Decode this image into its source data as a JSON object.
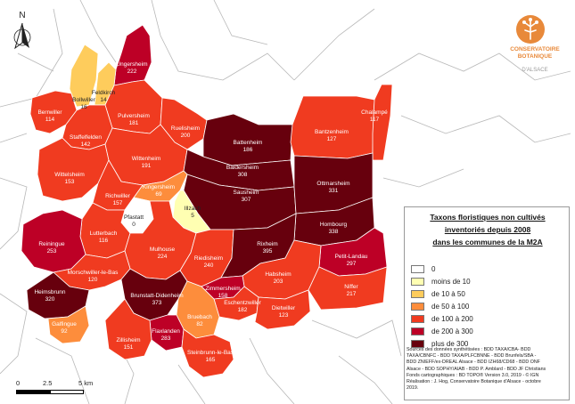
{
  "map": {
    "communes": [
      {
        "name": "Ungersheim",
        "value": "222"
      },
      {
        "name": "Bollwiller",
        "value": "16"
      },
      {
        "name": "Feldkirch",
        "value": "14"
      },
      {
        "name": "Berrwiller",
        "value": "114"
      },
      {
        "name": "Pulversheim",
        "value": "181"
      },
      {
        "name": "Staffelfelden",
        "value": "142"
      },
      {
        "name": "Ruelisheim",
        "value": "200"
      },
      {
        "name": "Battenheim",
        "value": "186"
      },
      {
        "name": "Bantzenheim",
        "value": "127"
      },
      {
        "name": "Chalampé",
        "value": "117"
      },
      {
        "name": "Wittelsheim",
        "value": "153"
      },
      {
        "name": "Wittenheim",
        "value": "191"
      },
      {
        "name": "Baldersheim",
        "value": "308"
      },
      {
        "name": "Kingersheim",
        "value": "69"
      },
      {
        "name": "Richwiller",
        "value": "157"
      },
      {
        "name": "Sausheim",
        "value": "307"
      },
      {
        "name": "Ottmarsheim",
        "value": "331"
      },
      {
        "name": "Illzach",
        "value": "5"
      },
      {
        "name": "Pfastatt",
        "value": "0"
      },
      {
        "name": "Lutterbach",
        "value": "116"
      },
      {
        "name": "Reiningue",
        "value": "253"
      },
      {
        "name": "Mulhouse",
        "value": "224"
      },
      {
        "name": "Hombourg",
        "value": "338"
      },
      {
        "name": "Riedisheim",
        "value": "240"
      },
      {
        "name": "Rixheim",
        "value": "395"
      },
      {
        "name": "Petit-Landau",
        "value": "297"
      },
      {
        "name": "Morschwiller-le-Bas",
        "value": "120"
      },
      {
        "name": "Habsheim",
        "value": "203"
      },
      {
        "name": "Niffer",
        "value": "217"
      },
      {
        "name": "Heimsbrunn",
        "value": "320"
      },
      {
        "name": "Brunstatt-Didenheim",
        "value": "373"
      },
      {
        "name": "Zimmersheim",
        "value": "158"
      },
      {
        "name": "Eschentzwiller",
        "value": "182"
      },
      {
        "name": "Dietwiller",
        "value": "123"
      },
      {
        "name": "Galfingue",
        "value": "92"
      },
      {
        "name": "Bruebach",
        "value": "82"
      },
      {
        "name": "Flaxlanden",
        "value": "283"
      },
      {
        "name": "Zillisheim",
        "value": "151"
      },
      {
        "name": "Steinbrunn-le-Bas",
        "value": "165"
      }
    ]
  },
  "north_arrow": {
    "letter": "N",
    "icon": "north-arrow-icon"
  },
  "logo": {
    "icon": "flower-logo-icon",
    "line1": "CONSERVATOIRE",
    "line2": "BOTANIQUE",
    "line3": "D'ALSACE",
    "color": "#e8893a"
  },
  "legend": {
    "title_lines": [
      "Taxons floristiques non cultivés",
      "inventoriés depuis 2008",
      "dans les communes de la M2A"
    ],
    "classes": [
      {
        "label": "0",
        "color": "#ffffff"
      },
      {
        "label": "moins de 10",
        "color": "#ffffb2"
      },
      {
        "label": "de 10 à 50",
        "color": "#fecc5c"
      },
      {
        "label": "de 50 à 100",
        "color": "#fd8d3c"
      },
      {
        "label": "de 100 à 200",
        "color": "#f03b20"
      },
      {
        "label": "de 200 à 300",
        "color": "#bd0026"
      },
      {
        "label": "plus de 300",
        "color": "#67000d"
      }
    ],
    "sources": [
      "Sources des données synthétisées : BDD TAXA/CBA- BDD",
      "TAXA/CBNFC - BDD TAXA/PLFCBNNE - BDD Brunfels/SBA -",
      "BDD ZNIEFF/ex-DREAL Alsace - BDD IZH68/CD68 - BDD ONF",
      "Alsace - BDD SOPHY/AIAB - BDD P. Amblard - BDD JF Christians",
      "Fonds cartographiques : BD TOPO® Version 3.0, 2019 - © IGN",
      "Réalisation : J. Hog, Conservatoire Botanique d'Alsace - octobre",
      "2019."
    ]
  },
  "scale": {
    "labels": [
      "0",
      "2.5",
      "5 km"
    ]
  }
}
